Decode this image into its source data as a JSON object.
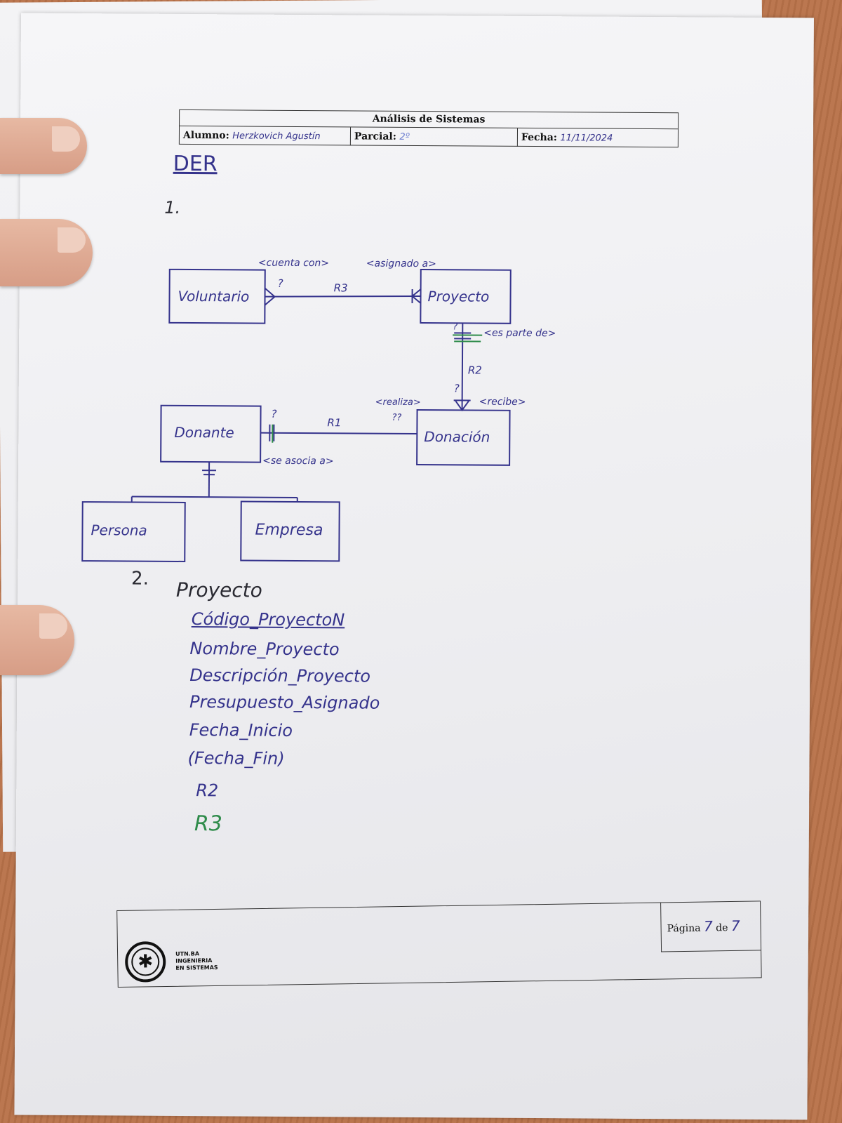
{
  "header": {
    "title": "Análisis de Sistemas",
    "alumno_label": "Alumno:",
    "alumno_value": "Herzkovich Agustín",
    "parcial_label": "Parcial:",
    "parcial_value": "2º",
    "fecha_label": "Fecha:",
    "fecha_value": "11/11/2024"
  },
  "section_heading": "DER",
  "item1_number": "1.",
  "diagram": {
    "entities": {
      "voluntario": "Voluntario",
      "proyecto": "Proyecto",
      "donante": "Donante",
      "donacion": "Donación",
      "persona": "Persona",
      "empresa": "Empresa"
    },
    "relations": {
      "r1": "R1",
      "r2": "R2",
      "r3": "R3"
    },
    "roles": {
      "cuenta_con": "<cuenta con>",
      "asignado_a": "<asignado a>",
      "es_parte_de": "<es parte de>",
      "recibe": "<recibe>",
      "realiza": "<realiza>",
      "se_asocia_a": "<se asocia a>"
    },
    "marks": {
      "q": "?",
      "qq": "??"
    }
  },
  "item2": {
    "number": "2.",
    "entity": "Proyecto",
    "attributes": [
      "Código_ProyectoN",
      "Nombre_Proyecto",
      "Descripción_Proyecto",
      "Presupuesto_Asignado",
      "Fecha_Inicio",
      "(Fecha_Fin)",
      "R2"
    ],
    "extra_attr": "R3"
  },
  "footer": {
    "logo_lines": [
      "UTN.BA",
      "INGENIERIA",
      "EN SISTEMAS"
    ],
    "page_label": "Página",
    "page_current": "7",
    "page_of": "de",
    "page_total": "7"
  },
  "colors": {
    "ink_blue": "#35338c",
    "ink_green": "#2e8b4a",
    "ink_black": "#2a2a32",
    "desk": "#b9734a"
  }
}
